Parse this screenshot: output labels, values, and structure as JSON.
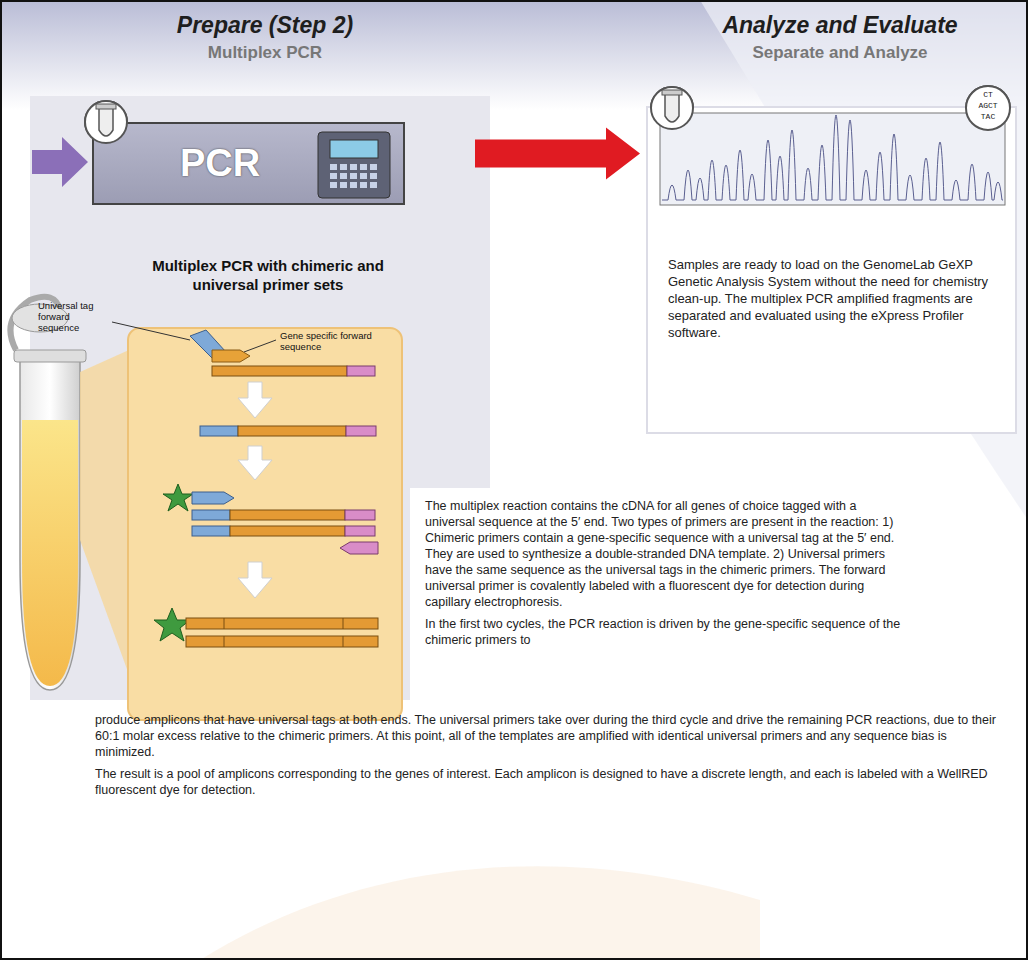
{
  "diagram": {
    "nodes": [
      {
        "text": [
          "PCR"
        ]
      },
      {
        "text": [
          "Samples are ready to load on the GenomeLab GeXP Genetic Analysis System without the need for chemistry clean-up. The multiplex PCR amplified fragments are separated and evaluated using the eXpress Profiler software."
        ]
      }
    ],
    "edges": [
      {
        "from": 0,
        "to": 1,
        "arrow": "to"
      }
    ],
    "labels": [
      "Prepare (Step 2)",
      "Multiplex PCR",
      "Analyze and Evaluate",
      "Separate and Analyze",
      "Multiplex PCR with chimeric and universal primer sets",
      "Universal tag forward sequence",
      "Gene specific forward sequence",
      "The multiplex reaction contains the cDNA for all genes of choice tagged with a universal sequence at the 5′ end. Two types of primers are present in the reaction: 1) Chimeric primers contain a gene-specific sequence with a universal tag at the 5′ end. They are used to synthesize a double-stranded DNA template. 2) Universal primers have the same sequence as the universal tags in the chimeric primers. The forward universal primer is covalently labeled with a fluorescent dye for detection during capillary electrophoresis.",
      "In the first two cycles, the PCR reaction is driven by the gene-specific sequence of the chimeric primers to",
      "produce amplicons that have universal tags at both ends. The universal primers take over during the third cycle and drive the remaining PCR reactions, due to their 60:1 molar excess relative to the chimeric primers. At this point, all of the templates are amplified with identical universal primers and any sequence bias is minimized.",
      "The result is a pool of amplicons corresponding to the genes of interest. Each amplicon is designed to have a discrete length, and each is labeled with a WellRED fluorescent dye for detection.",
      "CT",
      "AGCT",
      "TAC"
    ]
  }
}
